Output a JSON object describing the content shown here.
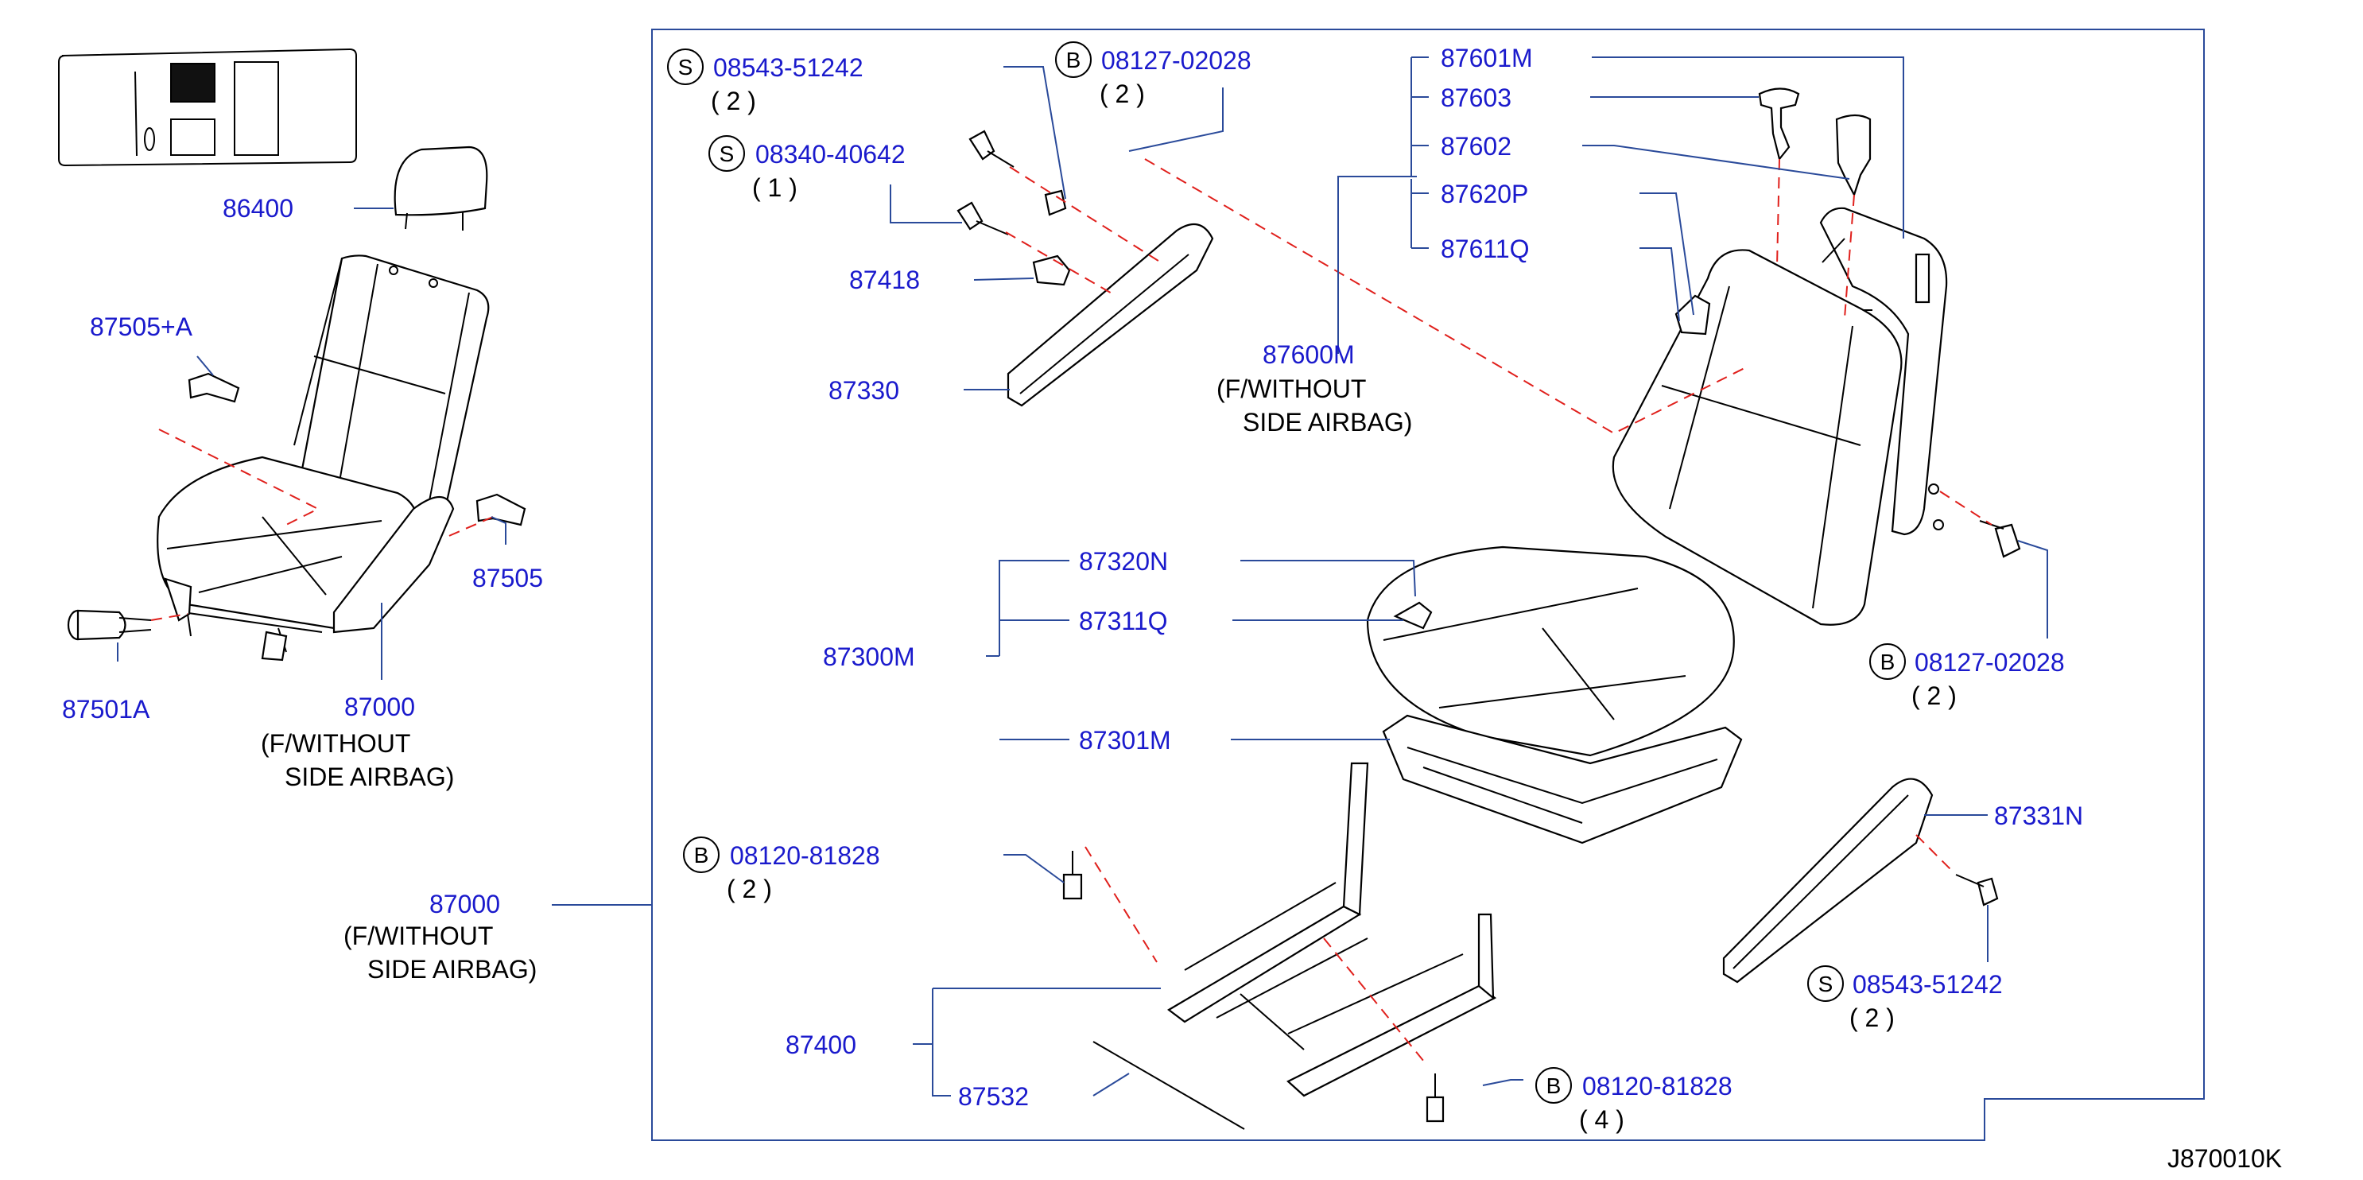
{
  "diagram_code": "J870010K",
  "labels": {
    "p86400": "86400",
    "p87505a": "87505+A",
    "p87505": "87505",
    "p87501a": "87501A",
    "p87000_left": "87000",
    "p87000_main": "87000",
    "s_08543_top": "08543-51242",
    "s_08340": "08340-40642",
    "b_08127_top": "08127-02028",
    "p87418": "87418",
    "p87330": "87330",
    "p87601m": "87601M",
    "p87603": "87603",
    "p87602": "87602",
    "p87620p": "87620P",
    "p87611q": "87611Q",
    "p87600m": "87600M",
    "b_08127_right": "08127-02028",
    "p87320n": "87320N",
    "p87311q": "87311Q",
    "p87300m": "87300M",
    "p87301m": "87301M",
    "p87331n": "87331N",
    "s_08543_bottom": "08543-51242",
    "b_08120_left": "08120-81828",
    "b_08120_bottom": "08120-81828",
    "p87400": "87400",
    "p87532": "87532"
  },
  "quantities": {
    "s_08543_top": "( 2 )",
    "s_08340": "( 1 )",
    "b_08127_top": "( 2 )",
    "b_08127_right": "( 2 )",
    "s_08543_bottom": "( 2 )",
    "b_08120_left": "( 2 )",
    "b_08120_bottom": "( 4 )"
  },
  "notes": {
    "left_line1": "(F/WITHOUT",
    "left_line2": "SIDE   AIRBAG)",
    "main_line1": "(F/WITHOUT",
    "main_line2": "SIDE   AIRBAG)",
    "back_line1": "(F/WITHOUT",
    "back_line2": "SIDE   AIRBAG)"
  },
  "markers": {
    "s": "S",
    "b": "B"
  }
}
